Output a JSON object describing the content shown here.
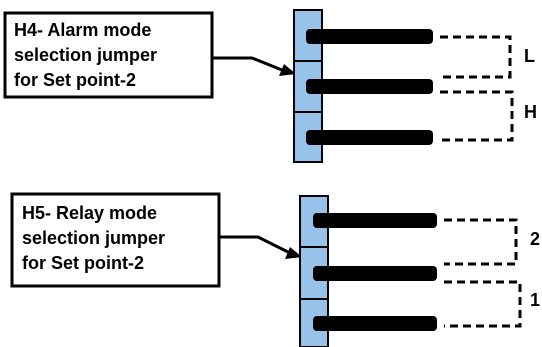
{
  "diagram": {
    "h4": {
      "box_lines": [
        "H4- Alarm mode",
        "selection jumper",
        "for Set point-2"
      ],
      "option_top": "L",
      "option_bottom": "H"
    },
    "h5": {
      "box_lines": [
        "H5- Relay mode",
        "selection jumper",
        "for Set point-2"
      ],
      "option_top": "2",
      "option_bottom": "1"
    }
  },
  "colors": {
    "jumper_fill": "#99c2ea",
    "jumper_stroke": "#000000",
    "pin_fill": "#000000",
    "line": "#000000",
    "background": "#ffffff"
  }
}
